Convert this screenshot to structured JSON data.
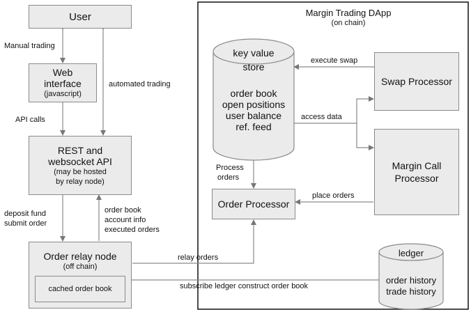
{
  "user": "User",
  "web_interface": {
    "line1": "Web",
    "line2": "interface",
    "line3": "(javascript)"
  },
  "rest_api": {
    "line1": "REST and",
    "line2": "websocket API",
    "line3": "(may be hosted",
    "line4": "by relay node)"
  },
  "relay_node": {
    "title": "Order relay node",
    "subtitle": "(off chain)",
    "inner": "cached order book"
  },
  "dapp": {
    "title": "Margin Trading DApp",
    "subtitle": "(on chain)"
  },
  "kv_store": {
    "title1": "key value",
    "title2": "store",
    "items": [
      "order book",
      "open positions",
      "user balance",
      "ref. feed"
    ]
  },
  "swap_processor": "Swap Processor",
  "margin_call_processor": {
    "line1": "Margin Call",
    "line2": "Processor"
  },
  "order_processor": "Order Processor",
  "ledger": {
    "title": "ledger",
    "line1": "order history",
    "line2": "trade history"
  },
  "edges": {
    "manual_trading": "Manual trading",
    "automated_trading": "automated trading",
    "api_calls": "API calls",
    "deposit": "deposit fund",
    "submit": "submit order",
    "order_book": "order book",
    "account_info": "account info",
    "executed_orders": "executed orders",
    "execute_swap": "execute swap",
    "access_data": "access data",
    "process1": "Process",
    "process2": "orders",
    "place_orders": "place orders",
    "relay_orders": "relay orders",
    "subscribe": "subscribe ledger construct order book"
  }
}
